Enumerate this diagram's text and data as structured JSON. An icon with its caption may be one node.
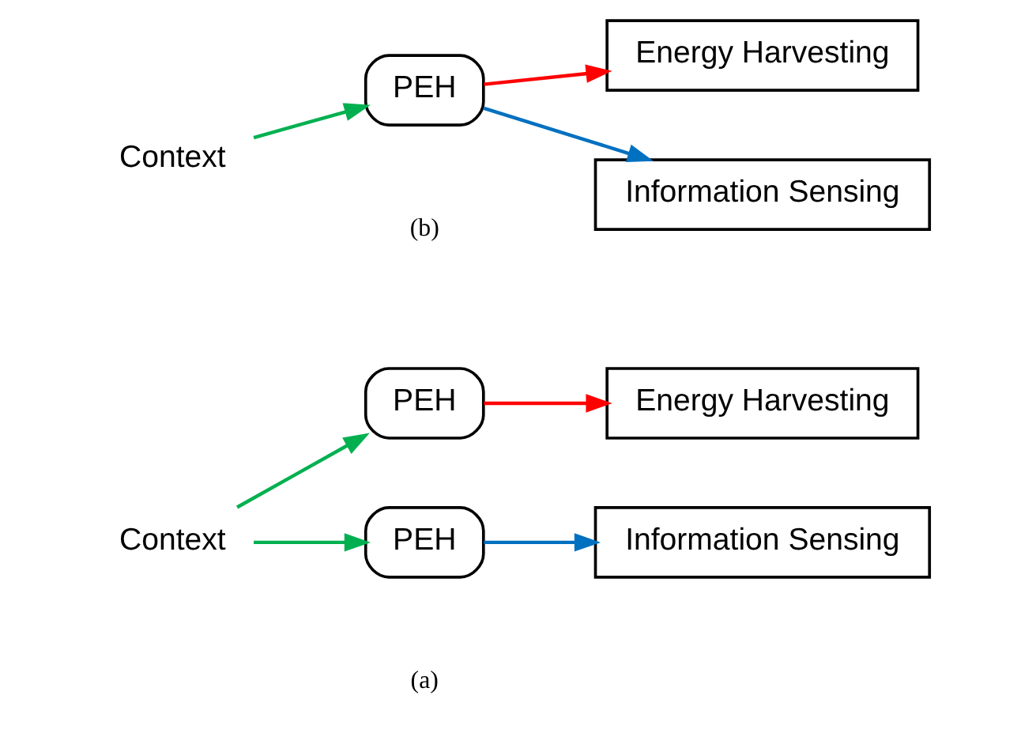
{
  "diagram": {
    "nodes": [
      {
        "text": [
          "Context"
        ]
      },
      {
        "text": [
          "PEH"
        ]
      },
      {
        "text": [
          "PEH"
        ]
      },
      {
        "text": [
          "Energy Harvesting"
        ]
      },
      {
        "text": [
          "Information Sensing"
        ]
      },
      {
        "text": [
          "Context"
        ]
      },
      {
        "text": [
          "PEH"
        ]
      },
      {
        "text": [
          "Energy Harvesting"
        ]
      },
      {
        "text": [
          "Information Sensing"
        ]
      }
    ],
    "edges": [
      {
        "from": 0,
        "to": 1,
        "arrow": "to",
        "color": "#00b050"
      },
      {
        "from": 0,
        "to": 2,
        "arrow": "to",
        "color": "#00b050"
      },
      {
        "from": 1,
        "to": 3,
        "arrow": "to",
        "color": "#ff0000"
      },
      {
        "from": 2,
        "to": 4,
        "arrow": "to",
        "color": "#0070c0"
      },
      {
        "from": 5,
        "to": 6,
        "arrow": "to",
        "color": "#00b050"
      },
      {
        "from": 6,
        "to": 7,
        "arrow": "to",
        "color": "#ff0000"
      },
      {
        "from": 6,
        "to": 8,
        "arrow": "to",
        "color": "#0070c0"
      }
    ],
    "labels": [
      "(a)",
      "(b)"
    ]
  }
}
